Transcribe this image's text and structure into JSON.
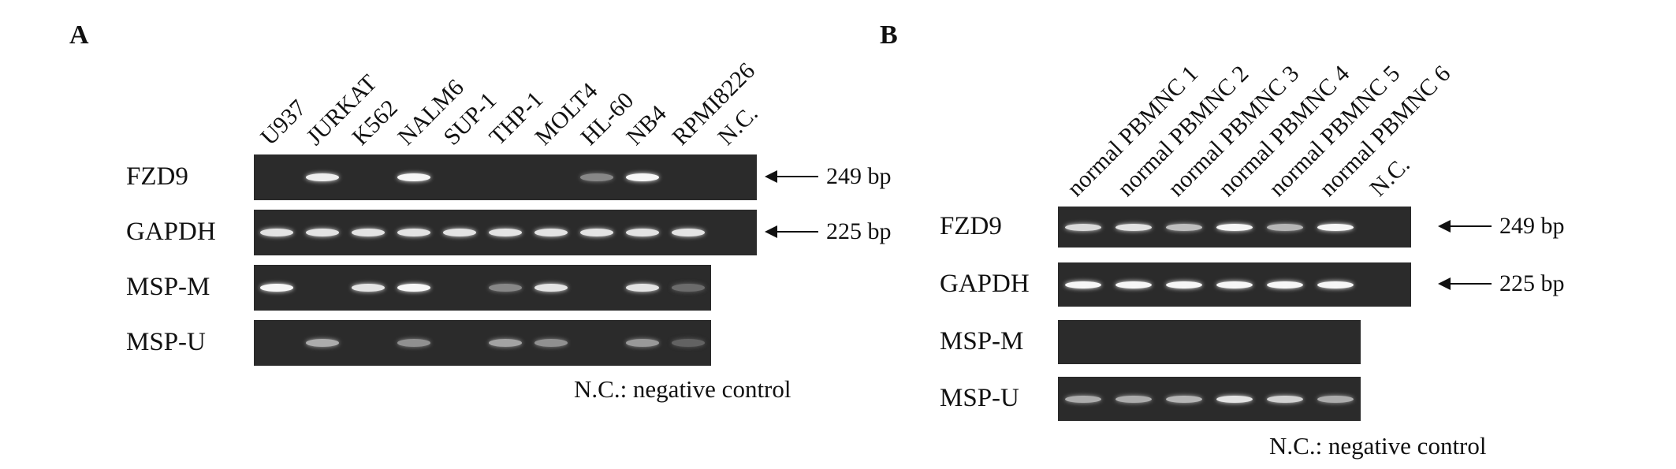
{
  "panels": [
    {
      "letter": "A",
      "lanes": [
        "U937",
        "JURKAT",
        "K562",
        "NALM6",
        "SUP-1",
        "THP-1",
        "MOLT4",
        "HL-60",
        "NB4",
        "RPMI8226",
        "N.C."
      ],
      "rows": [
        {
          "label": "FZD9",
          "marker": "249 bp",
          "intensity": [
            0,
            0.9,
            0,
            0.95,
            0,
            0,
            0,
            0.35,
            0.95,
            0,
            0
          ]
        },
        {
          "label": "GAPDH",
          "marker": "225 bp",
          "intensity": [
            0.85,
            0.85,
            0.85,
            0.85,
            0.85,
            0.85,
            0.85,
            0.85,
            0.85,
            0.85,
            0
          ]
        },
        {
          "label": "MSP-M",
          "marker": "",
          "intensity": [
            0.95,
            0,
            0.85,
            0.95,
            0,
            0.35,
            0.85,
            0,
            0.85,
            0.2
          ]
        },
        {
          "label": "MSP-U",
          "marker": "",
          "intensity": [
            0,
            0.55,
            0,
            0.4,
            0,
            0.5,
            0.4,
            0,
            0.45,
            0.15
          ]
        }
      ],
      "note": "N.C.: negative control"
    },
    {
      "letter": "B",
      "lanes": [
        "normal PBMNC 1",
        "normal PBMNC 2",
        "normal PBMNC 3",
        "normal PBMNC 4",
        "normal PBMNC 5",
        "normal PBMNC 6",
        "N.C."
      ],
      "rows": [
        {
          "label": "FZD9",
          "marker": "249 bp",
          "intensity": [
            0.8,
            0.85,
            0.65,
            0.95,
            0.6,
            0.95,
            0
          ]
        },
        {
          "label": "GAPDH",
          "marker": "225 bp",
          "intensity": [
            0.95,
            0.95,
            0.95,
            0.95,
            0.95,
            0.95,
            0
          ]
        },
        {
          "label": "MSP-M",
          "marker": "",
          "intensity": [
            0,
            0,
            0,
            0,
            0,
            0
          ]
        },
        {
          "label": "MSP-U",
          "marker": "",
          "intensity": [
            0.55,
            0.55,
            0.6,
            0.85,
            0.75,
            0.55
          ]
        }
      ],
      "note": "N.C.: negative control"
    }
  ]
}
